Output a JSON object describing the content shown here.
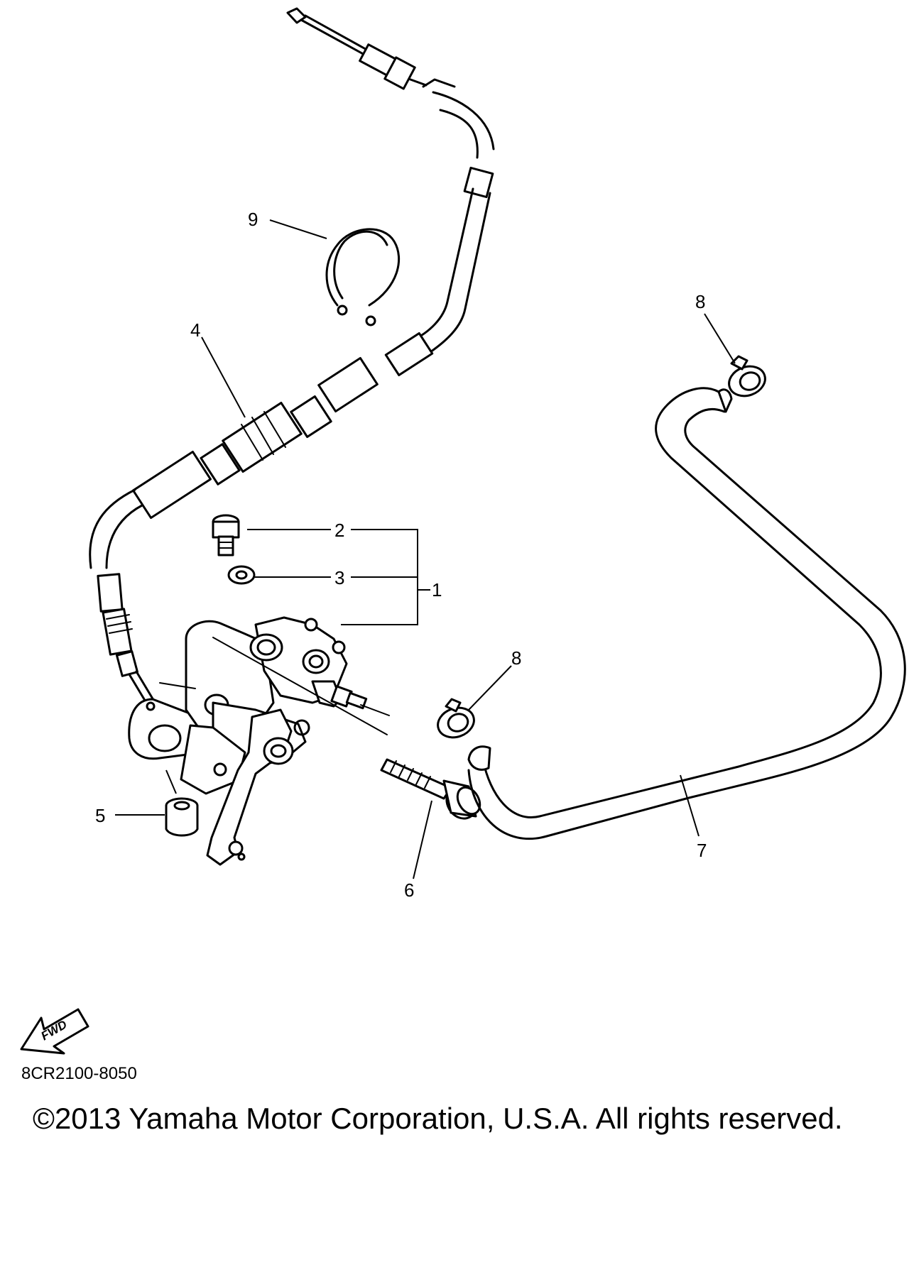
{
  "diagram": {
    "callouts": [
      {
        "id": "1",
        "label": "1"
      },
      {
        "id": "2",
        "label": "2"
      },
      {
        "id": "3",
        "label": "3"
      },
      {
        "id": "4",
        "label": "4"
      },
      {
        "id": "5",
        "label": "5"
      },
      {
        "id": "6",
        "label": "6"
      },
      {
        "id": "7",
        "label": "7"
      },
      {
        "id": "8a",
        "label": "8"
      },
      {
        "id": "8b",
        "label": "8"
      },
      {
        "id": "9",
        "label": "9"
      }
    ],
    "fwd_label": "FWD",
    "code": "8CR2100-8050",
    "copyright": "©2013 Yamaha Motor Corporation, U.S.A. All rights reserved."
  }
}
